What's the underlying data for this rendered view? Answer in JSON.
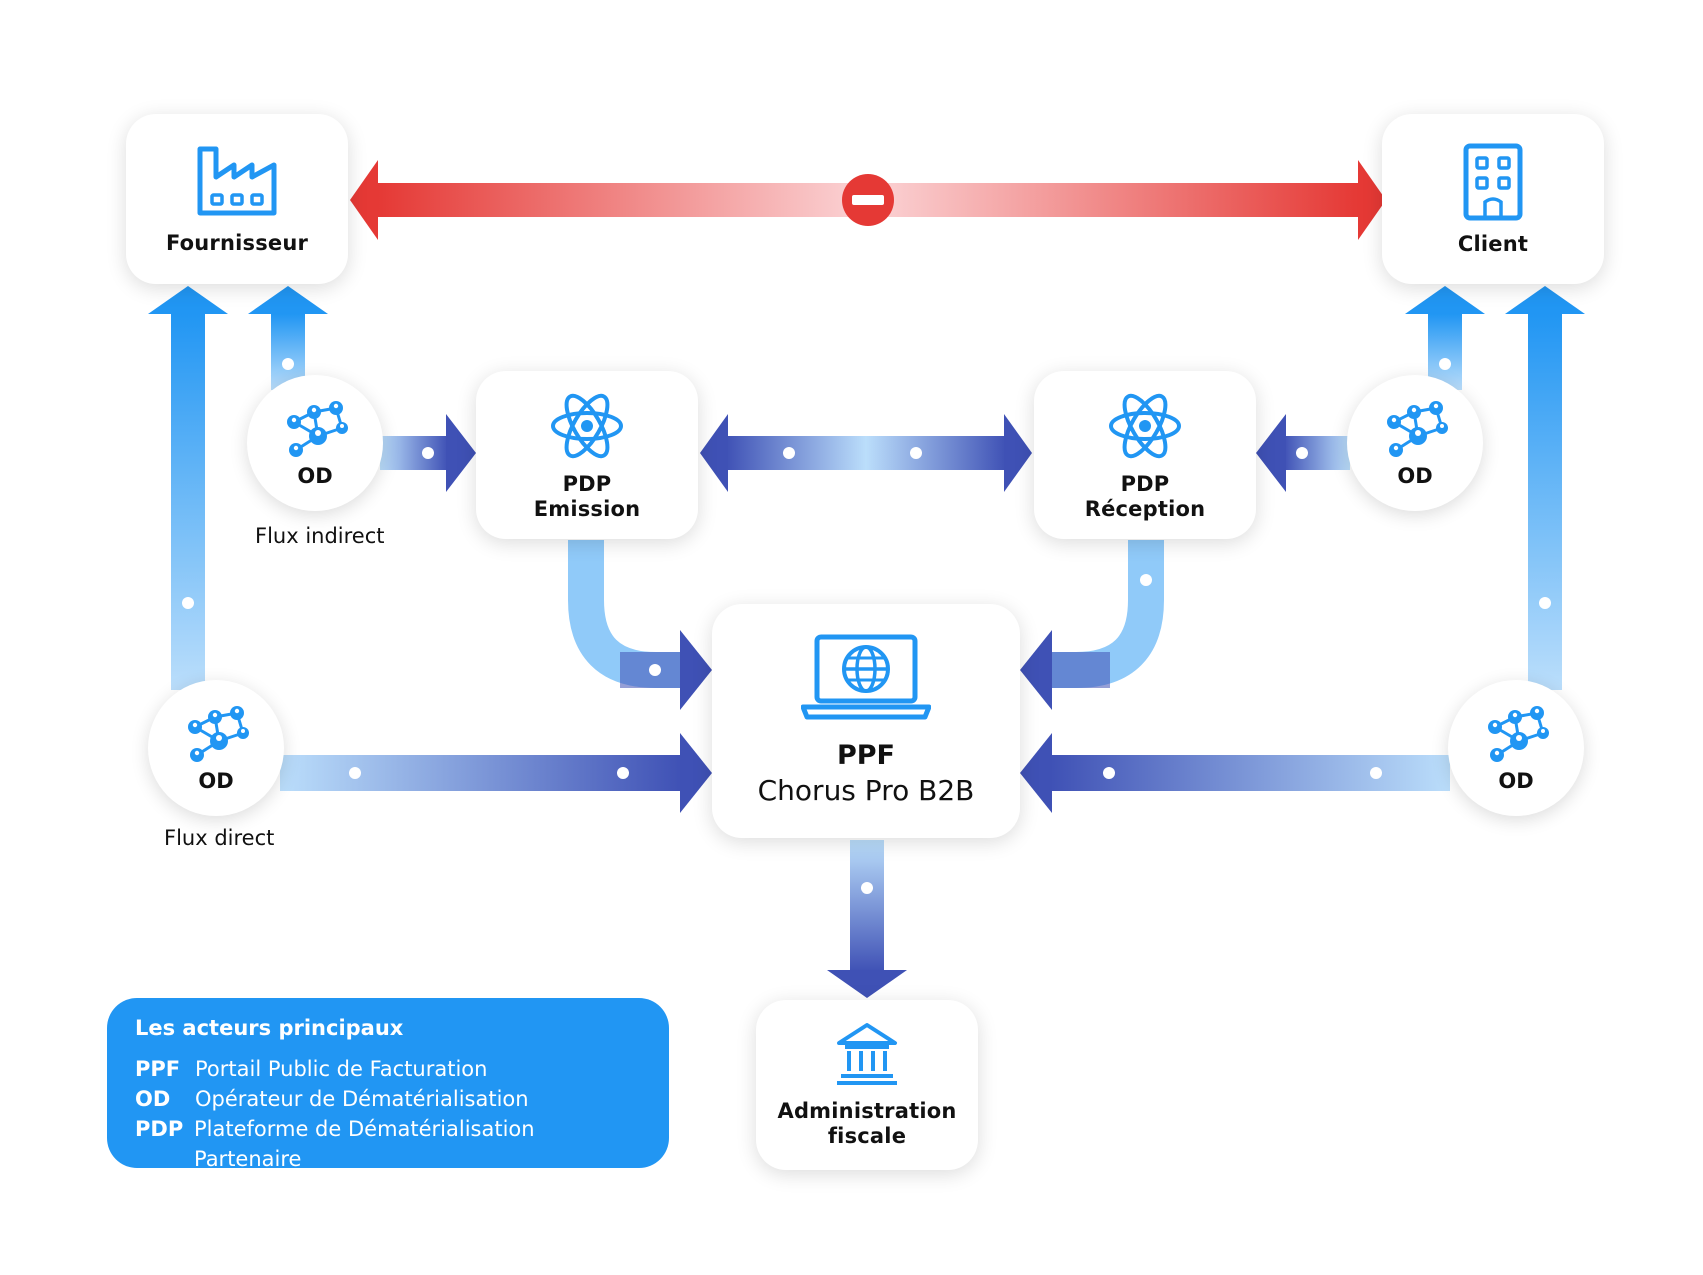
{
  "nodes": {
    "fournisseur": "Fournisseur",
    "client": "Client",
    "pdp_emission": [
      "PDP",
      "Emission"
    ],
    "pdp_reception": [
      "PDP",
      "Réception"
    ],
    "ppf": [
      "PPF",
      "Chorus Pro B2B"
    ],
    "administration": [
      "Administration",
      "fiscale"
    ]
  },
  "od_label": "OD",
  "flux": {
    "indirect": "Flux indirect",
    "direct": "Flux direct"
  },
  "legend": {
    "title": "Les acteurs principaux",
    "items": [
      {
        "abbr": "PPF",
        "full": "Portail Public de Facturation"
      },
      {
        "abbr": "OD",
        "full": "Opérateur de Dématérialisation"
      },
      {
        "abbr": "PDP",
        "full": "Plateforme de Dématérialisation Partenaire"
      }
    ]
  },
  "colors": {
    "blue": "#2196f3",
    "dark_blue": "#3f51b5",
    "light_blue": "#bbdefb",
    "red": "#e53935",
    "legend_bg": "#2196f3"
  },
  "icons": {
    "fournisseur": "factory-icon",
    "client": "building-icon",
    "pdp": "atom-icon",
    "ppf": "laptop-globe-icon",
    "administration": "bank-icon",
    "od": "network-people-icon"
  }
}
